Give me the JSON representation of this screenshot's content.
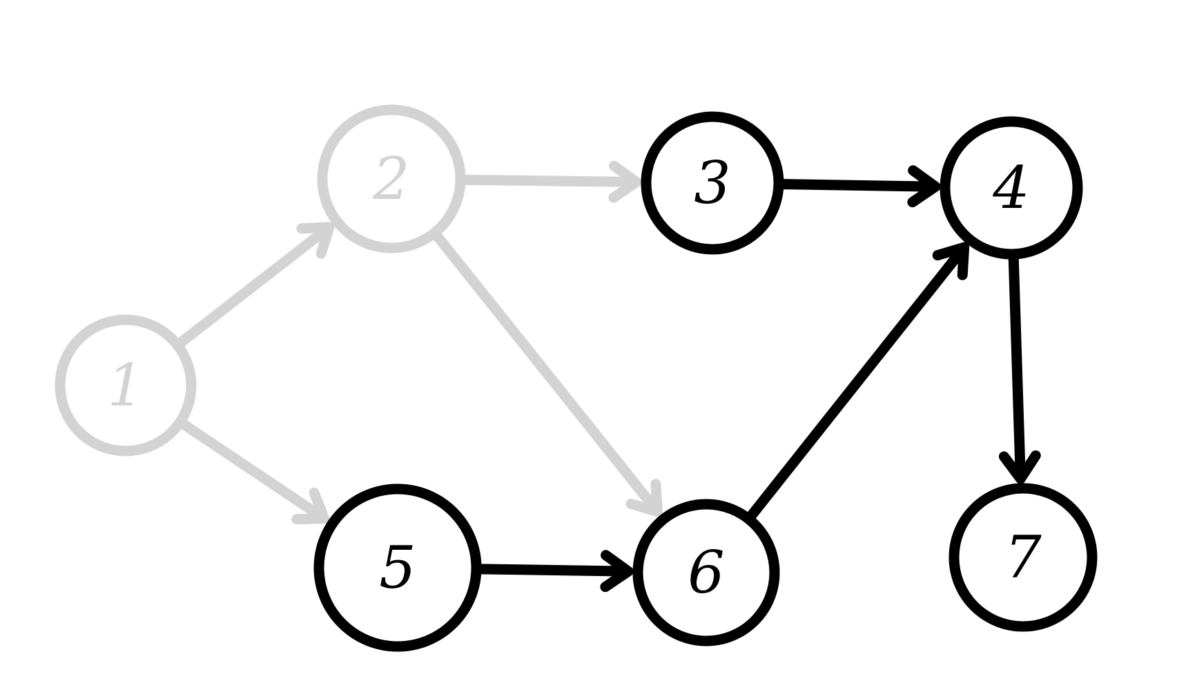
{
  "colors": {
    "background": "#ffffff",
    "active": "#000000",
    "inactive": "#d3d3d3"
  },
  "graph": {
    "nodes": [
      {
        "id": "n1",
        "label": "1",
        "state": "inactive"
      },
      {
        "id": "n2",
        "label": "2",
        "state": "inactive"
      },
      {
        "id": "n3",
        "label": "3",
        "state": "active"
      },
      {
        "id": "n4",
        "label": "4",
        "state": "active"
      },
      {
        "id": "n5",
        "label": "5",
        "state": "active"
      },
      {
        "id": "n6",
        "label": "6",
        "state": "active"
      },
      {
        "id": "n7",
        "label": "7",
        "state": "active"
      }
    ],
    "edges": [
      {
        "from": "n1",
        "to": "n2",
        "state": "inactive"
      },
      {
        "from": "n1",
        "to": "n5",
        "state": "inactive"
      },
      {
        "from": "n2",
        "to": "n3",
        "state": "inactive"
      },
      {
        "from": "n2",
        "to": "n6",
        "state": "inactive"
      },
      {
        "from": "n3",
        "to": "n4",
        "state": "active"
      },
      {
        "from": "n5",
        "to": "n6",
        "state": "active"
      },
      {
        "from": "n6",
        "to": "n4",
        "state": "active"
      },
      {
        "from": "n4",
        "to": "n7",
        "state": "active"
      }
    ]
  }
}
